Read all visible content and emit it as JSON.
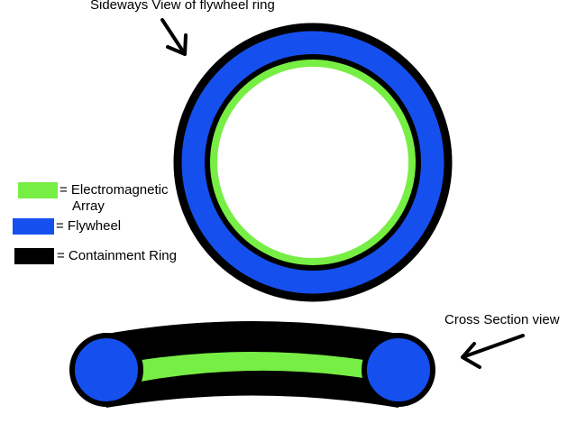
{
  "labels": {
    "sideways_view": "Sideways View of flywheel ring",
    "cross_section": "Cross Section view"
  },
  "legend": [
    {
      "label_line1": "= Electromagnetic",
      "label_line2": "Array",
      "color": "#77ee44"
    },
    {
      "label_line1": "= Flywheel",
      "color": "#1550ee"
    },
    {
      "label_line1": "= Containment Ring",
      "color": "#000000"
    }
  ],
  "colors": {
    "electromagnetic_array": "#77ee44",
    "flywheel": "#1550ee",
    "containment_ring": "#000000",
    "background": "#ffffff"
  }
}
